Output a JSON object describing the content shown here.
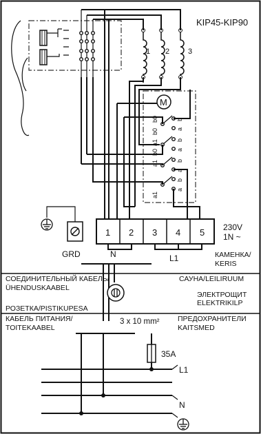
{
  "model": "KIP45-KIP90",
  "heater_labels": [
    "1",
    "2",
    "3"
  ],
  "terminals": [
    "1",
    "2",
    "3",
    "4",
    "5"
  ],
  "grd": "GRD",
  "n_label": "N",
  "l1_label": "L1",
  "supply_voltage": "230V",
  "supply_phase": "1N ~",
  "stove_ru": "КАМЕНКА/",
  "stove_fi": "KERIS",
  "cable_ru": "СОЕДИНИТЕЛЬНЫЙ КАБЕЛЬ/",
  "cable_fi": "ÜHENDUSKAABEL",
  "sauna": "САУНА/LEILIRUUM",
  "panel_ru": "ЭЛЕКТРОЩИТ",
  "panel_fi": "ELEKTRIKILP",
  "socket": "РОЗЕТКА/PISTIKUPESA",
  "supply_cable_ru": "КАБЕЛЬ ПИТАНИЯ/",
  "supply_cable_fi": "TOITEKAABEL",
  "cable_spec": "3 x 10 mm²",
  "fuses_ru": "ПРЕДОХРАНИТЕЛИ",
  "fuses_fi": "KAITSMED",
  "fuse_rating": "35A",
  "bottom_l1": "L1",
  "bottom_n": "N",
  "motor_symbol": "M",
  "switch_contact_labels": [
    "b0",
    "b",
    "a",
    "b0",
    "a1",
    "b",
    "a",
    "b",
    "a",
    "b0",
    "a1",
    "b",
    "a",
    "a1"
  ]
}
